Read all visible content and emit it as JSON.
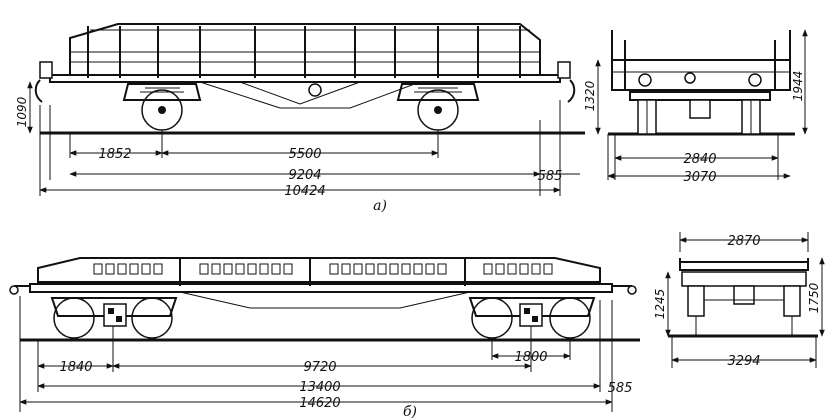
{
  "figures": {
    "a": {
      "caption": "а)",
      "side_view": {
        "dim_1852": "1852",
        "dim_5500": "5500",
        "dim_9204": "9204",
        "dim_585": "585",
        "dim_10424": "10424",
        "dim_1090": "1090"
      },
      "end_view": {
        "dim_2840": "2840",
        "dim_3070": "3070",
        "dim_1320": "1320",
        "dim_1944": "1944"
      }
    },
    "b": {
      "caption": "б)",
      "side_view": {
        "dim_1840": "1840",
        "dim_9720": "9720",
        "dim_1800": "1800",
        "dim_13400": "13400",
        "dim_585": "585",
        "dim_14620": "14620"
      },
      "end_view": {
        "dim_2870": "2870",
        "dim_3294": "3294",
        "dim_1245": "1245",
        "dim_1750": "1750"
      }
    }
  },
  "colors": {
    "ink": "#111111",
    "paper": "#ffffff"
  }
}
